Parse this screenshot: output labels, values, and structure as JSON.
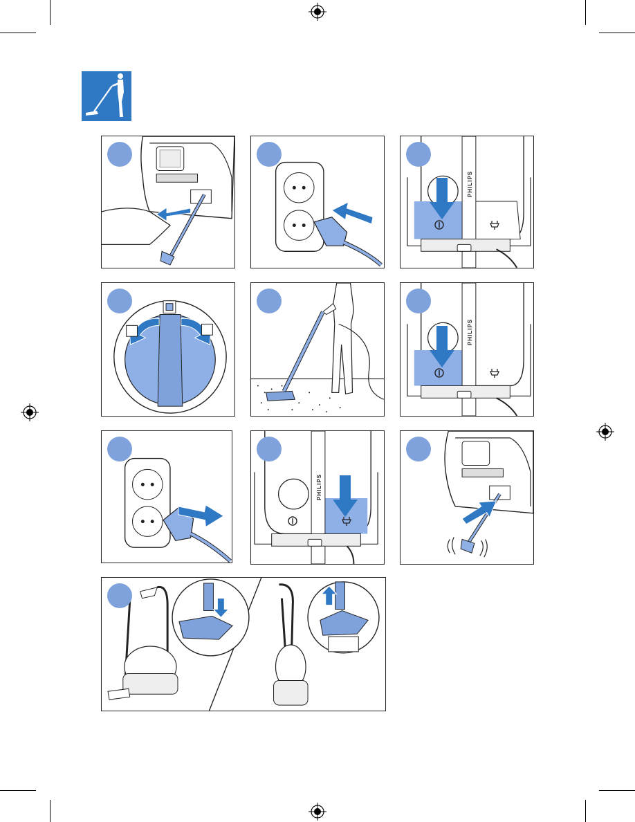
{
  "brand_label": "PHILIPS",
  "colors": {
    "accent_blue": "#2f78c4",
    "step_circle": "#7fa2dc",
    "highlight": "#8fb0e6",
    "line": "#222222"
  },
  "icons": {
    "header": "person-vacuuming-icon",
    "power_on": "power-on-icon",
    "cord_rewind": "plug-icon"
  },
  "steps": [
    {
      "id": 1,
      "subject": "pull-out-cord"
    },
    {
      "id": 2,
      "subject": "plug-in"
    },
    {
      "id": 3,
      "subject": "power-on"
    },
    {
      "id": 4,
      "subject": "suction-dial"
    },
    {
      "id": 5,
      "subject": "vacuuming"
    },
    {
      "id": 6,
      "subject": "power-off"
    },
    {
      "id": 7,
      "subject": "unplug"
    },
    {
      "id": 8,
      "subject": "cord-rewind"
    },
    {
      "id": 9,
      "subject": "cord-retracts"
    },
    {
      "id": 10,
      "subject": "storage-parking"
    }
  ]
}
